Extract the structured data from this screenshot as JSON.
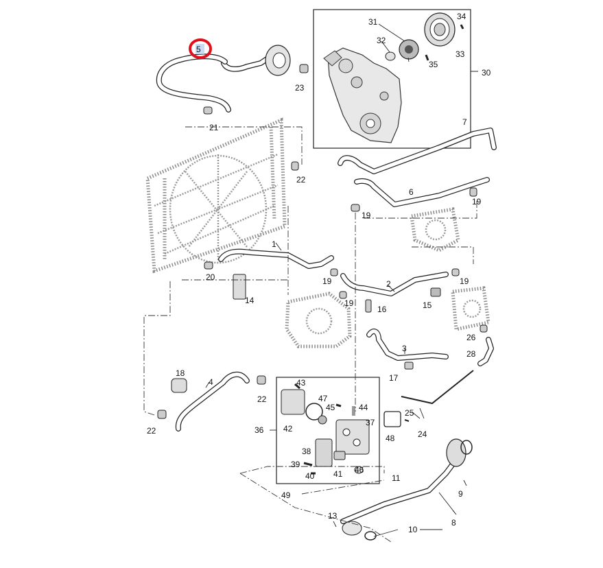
{
  "labels": {
    "n1": "1",
    "n2": "2",
    "n3": "3",
    "n4": "4",
    "n5": "5",
    "n6": "6",
    "n7": "7",
    "n8": "8",
    "n9": "9",
    "n10": "10",
    "n11": "11",
    "n13": "13",
    "n14": "14",
    "n15": "15",
    "n16": "16",
    "n17": "17",
    "n18": "18",
    "n19a": "19",
    "n19b": "19",
    "n19c": "19",
    "n19d": "19",
    "n19e": "19",
    "n20": "20",
    "n21": "21",
    "n22a": "22",
    "n22b": "22",
    "n22c": "22",
    "n23": "23",
    "n24": "24",
    "n25": "25",
    "n26": "26",
    "n28": "28",
    "n30": "30",
    "n31": "31",
    "n32": "32",
    "n33": "33",
    "n34": "34",
    "n35": "35",
    "n36": "36",
    "n37": "37",
    "n38": "38",
    "n39": "39",
    "n40": "40",
    "n41": "41",
    "n42": "42",
    "n43": "43",
    "n44": "44",
    "n45": "45",
    "n46": "46",
    "n47": "47",
    "n48": "48",
    "n49": "49"
  },
  "highlight": {
    "label": "5",
    "color": "#e0101c"
  }
}
